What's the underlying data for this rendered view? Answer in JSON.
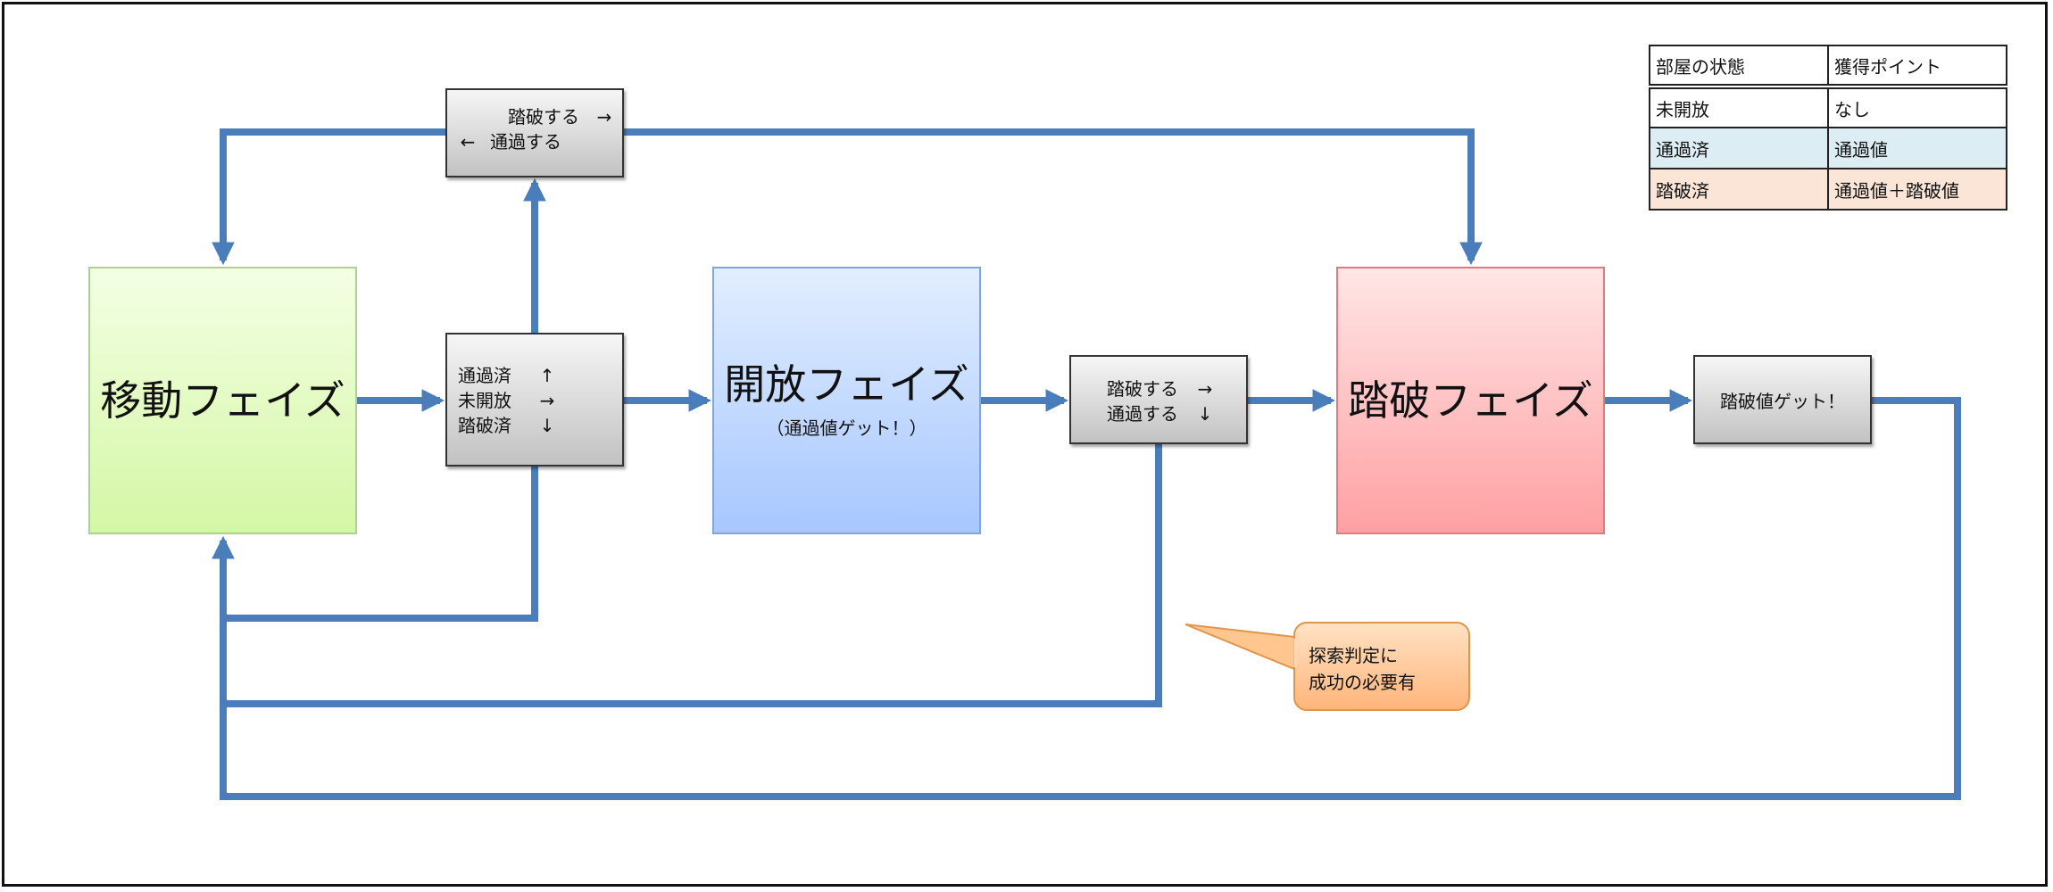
{
  "phases": {
    "move": {
      "title": "移動フェイズ"
    },
    "open": {
      "title": "開放フェイズ",
      "sub": "（通過値ゲット！）"
    },
    "clear": {
      "title": "踏破フェイズ"
    }
  },
  "decisions": {
    "top": {
      "rows": [
        {
          "label": "踏破する",
          "arrow": "→",
          "arrow_side": "right"
        },
        {
          "label": "通過する",
          "arrow": "←",
          "arrow_side": "left"
        }
      ]
    },
    "left": {
      "rows": [
        {
          "label": "通過済",
          "arrow": "↑"
        },
        {
          "label": "未開放",
          "arrow": "→"
        },
        {
          "label": "踏破済",
          "arrow": "↓"
        }
      ]
    },
    "mid": {
      "rows": [
        {
          "label": "踏破する",
          "arrow": "→"
        },
        {
          "label": "通過する",
          "arrow": "↓"
        }
      ]
    },
    "get": {
      "label": "踏破値ゲット！"
    }
  },
  "callout": {
    "line1": "探索判定に",
    "line2": "成功の必要有"
  },
  "legend": {
    "header": [
      "部屋の状態",
      "獲得ポイント"
    ],
    "rows": [
      {
        "state": "未開放",
        "points": "なし",
        "color": "#ffffff"
      },
      {
        "state": "通過済",
        "points": "通過値",
        "color": "#dcedf3"
      },
      {
        "state": "踏破済",
        "points": "通過値＋踏破値",
        "color": "#fbe5d6"
      }
    ]
  },
  "colors": {
    "arrow": "#4a7ebb",
    "callout_fill": "#ffc78f",
    "callout_border": "#e0954a"
  }
}
